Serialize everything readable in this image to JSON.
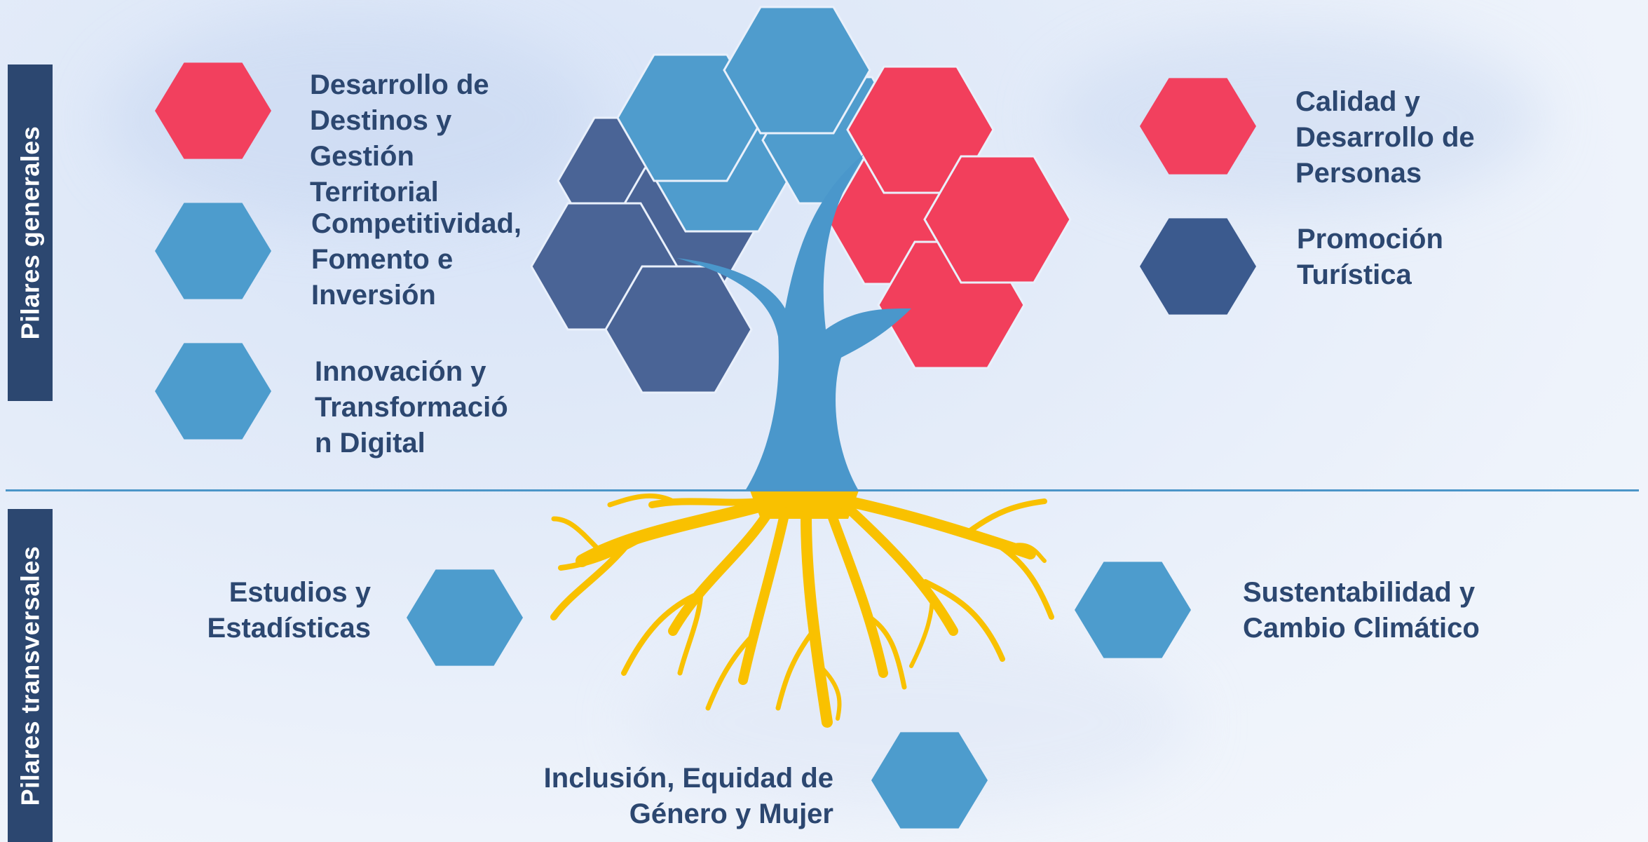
{
  "colors": {
    "red": "#f2405e",
    "light_blue": "#4d9ccd",
    "dark_blue": "#3b5a8e",
    "navy": "#2c4770",
    "trunk": "#4a97cb",
    "roots": "#f9c100",
    "text": "#2c4770"
  },
  "side_labels": {
    "general": "Pilares generales",
    "transversal": "Pilares transversales"
  },
  "general_pillars": [
    {
      "label": "Desarrollo de\nDestinos y\nGestión\nTerritorial",
      "color": "red"
    },
    {
      "label": "Competitividad,\nFomento e\nInversión",
      "color": "light_blue"
    },
    {
      "label": "Innovación y\nTransformació\nn Digital",
      "color": "light_blue"
    },
    {
      "label": "Calidad y\nDesarrollo de\nPersonas",
      "color": "red"
    },
    {
      "label": "Promoción\nTurística",
      "color": "dark_blue"
    }
  ],
  "transversal_pillars": [
    {
      "label": "Estudios y\nEstadísticas",
      "color": "light_blue"
    },
    {
      "label": "Sustentabilidad y\nCambio Climático",
      "color": "light_blue"
    },
    {
      "label": "Inclusión, Equidad de\nGénero y Mujer",
      "color": "light_blue"
    }
  ]
}
